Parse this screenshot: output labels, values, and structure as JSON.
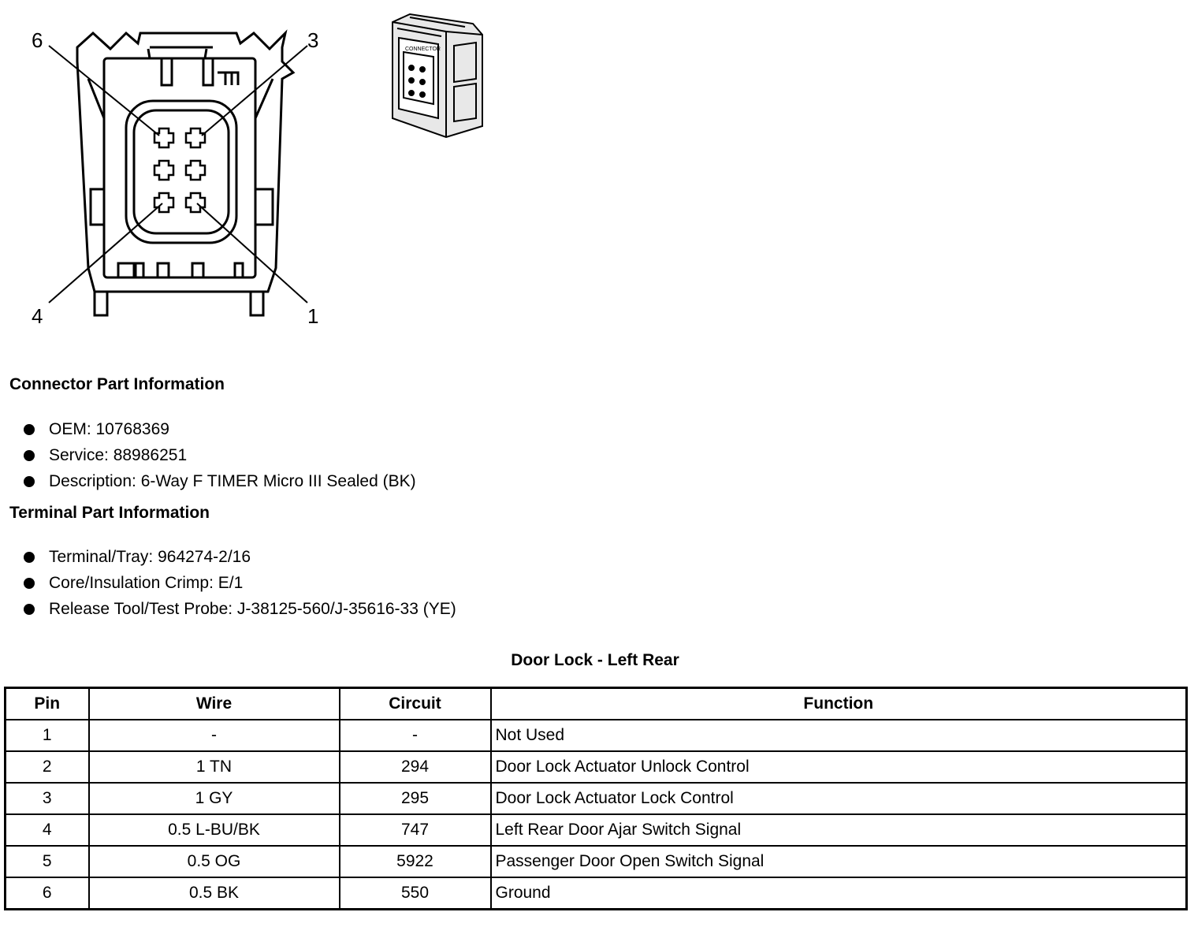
{
  "diagram": {
    "pin_labels": {
      "top_left": "6",
      "top_right": "3",
      "bottom_left": "4",
      "bottom_right": "1"
    },
    "photo_label": "CONNECTOR"
  },
  "connector_info": {
    "title": "Connector Part Information",
    "items": [
      "OEM: 10768369",
      "Service: 88986251",
      "Description: 6-Way F TIMER Micro III Sealed (BK)"
    ]
  },
  "terminal_info": {
    "title": "Terminal Part Information",
    "items": [
      "Terminal/Tray: 964274-2/16",
      "Core/Insulation Crimp: E/1",
      "Release Tool/Test Probe: J-38125-560/J-35616-33 (YE)"
    ]
  },
  "table": {
    "title": "Door Lock - Left Rear",
    "headers": {
      "pin": "Pin",
      "wire": "Wire",
      "circuit": "Circuit",
      "function": "Function"
    },
    "rows": [
      {
        "pin": "1",
        "wire": "-",
        "circuit": "-",
        "function": "Not Used"
      },
      {
        "pin": "2",
        "wire": "1 TN",
        "circuit": "294",
        "function": "Door Lock Actuator Unlock Control"
      },
      {
        "pin": "3",
        "wire": "1 GY",
        "circuit": "295",
        "function": "Door Lock Actuator Lock Control"
      },
      {
        "pin": "4",
        "wire": "0.5 L-BU/BK",
        "circuit": "747",
        "function": "Left Rear Door Ajar Switch Signal"
      },
      {
        "pin": "5",
        "wire": "0.5 OG",
        "circuit": "5922",
        "function": "Passenger Door Open Switch Signal"
      },
      {
        "pin": "6",
        "wire": "0.5 BK",
        "circuit": "550",
        "function": "Ground"
      }
    ]
  }
}
